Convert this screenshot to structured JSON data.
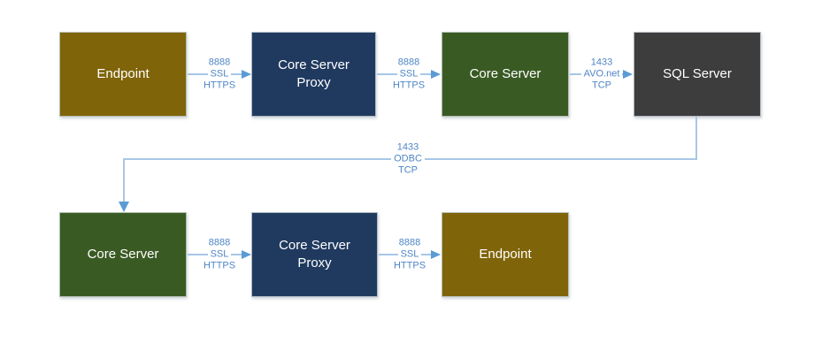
{
  "diagram": {
    "description": "Network port diagram with two tiers of servers",
    "colors": {
      "endpoint_fill": "#7f6409",
      "core_server_proxy_fill": "#203a5f",
      "core_server_fill": "#3a5a23",
      "sql_server_fill": "#3d3d3d",
      "node_text": "#ffffff",
      "connector_line": "#a8c6e6",
      "connector_arrowhead": "#5b9bd5",
      "connector_label_text": "#4f86c6",
      "background": "#ffffff"
    },
    "nodes": [
      {
        "id": "endpoint-1",
        "label": "Endpoint",
        "type": "endpoint"
      },
      {
        "id": "core-server-proxy-1",
        "label": "Core Server Proxy",
        "type": "proxy"
      },
      {
        "id": "core-server-1",
        "label": "Core Server",
        "type": "core"
      },
      {
        "id": "sql-server",
        "label": "SQL Server",
        "type": "sql"
      },
      {
        "id": "core-server-2",
        "label": "Core Server",
        "type": "core"
      },
      {
        "id": "core-server-proxy-2",
        "label": "Core Server Proxy",
        "type": "proxy"
      },
      {
        "id": "endpoint-2",
        "label": "Endpoint",
        "type": "endpoint"
      }
    ],
    "connectors": [
      {
        "from": "endpoint-1",
        "to": "core-server-proxy-1",
        "lines": [
          "8888",
          "SSL",
          "HTTPS"
        ]
      },
      {
        "from": "core-server-proxy-1",
        "to": "core-server-1",
        "lines": [
          "8888",
          "SSL",
          "HTTPS"
        ]
      },
      {
        "from": "core-server-1",
        "to": "sql-server",
        "lines": [
          "1433",
          "AVO.net",
          "TCP"
        ]
      },
      {
        "from": "sql-server",
        "to": "core-server-2",
        "lines": [
          "1433",
          "ODBC",
          "TCP"
        ]
      },
      {
        "from": "core-server-2",
        "to": "core-server-proxy-2",
        "lines": [
          "8888",
          "SSL",
          "HTTPS"
        ]
      },
      {
        "from": "core-server-proxy-2",
        "to": "endpoint-2",
        "lines": [
          "8888",
          "SSL",
          "HTTPS"
        ]
      }
    ]
  }
}
